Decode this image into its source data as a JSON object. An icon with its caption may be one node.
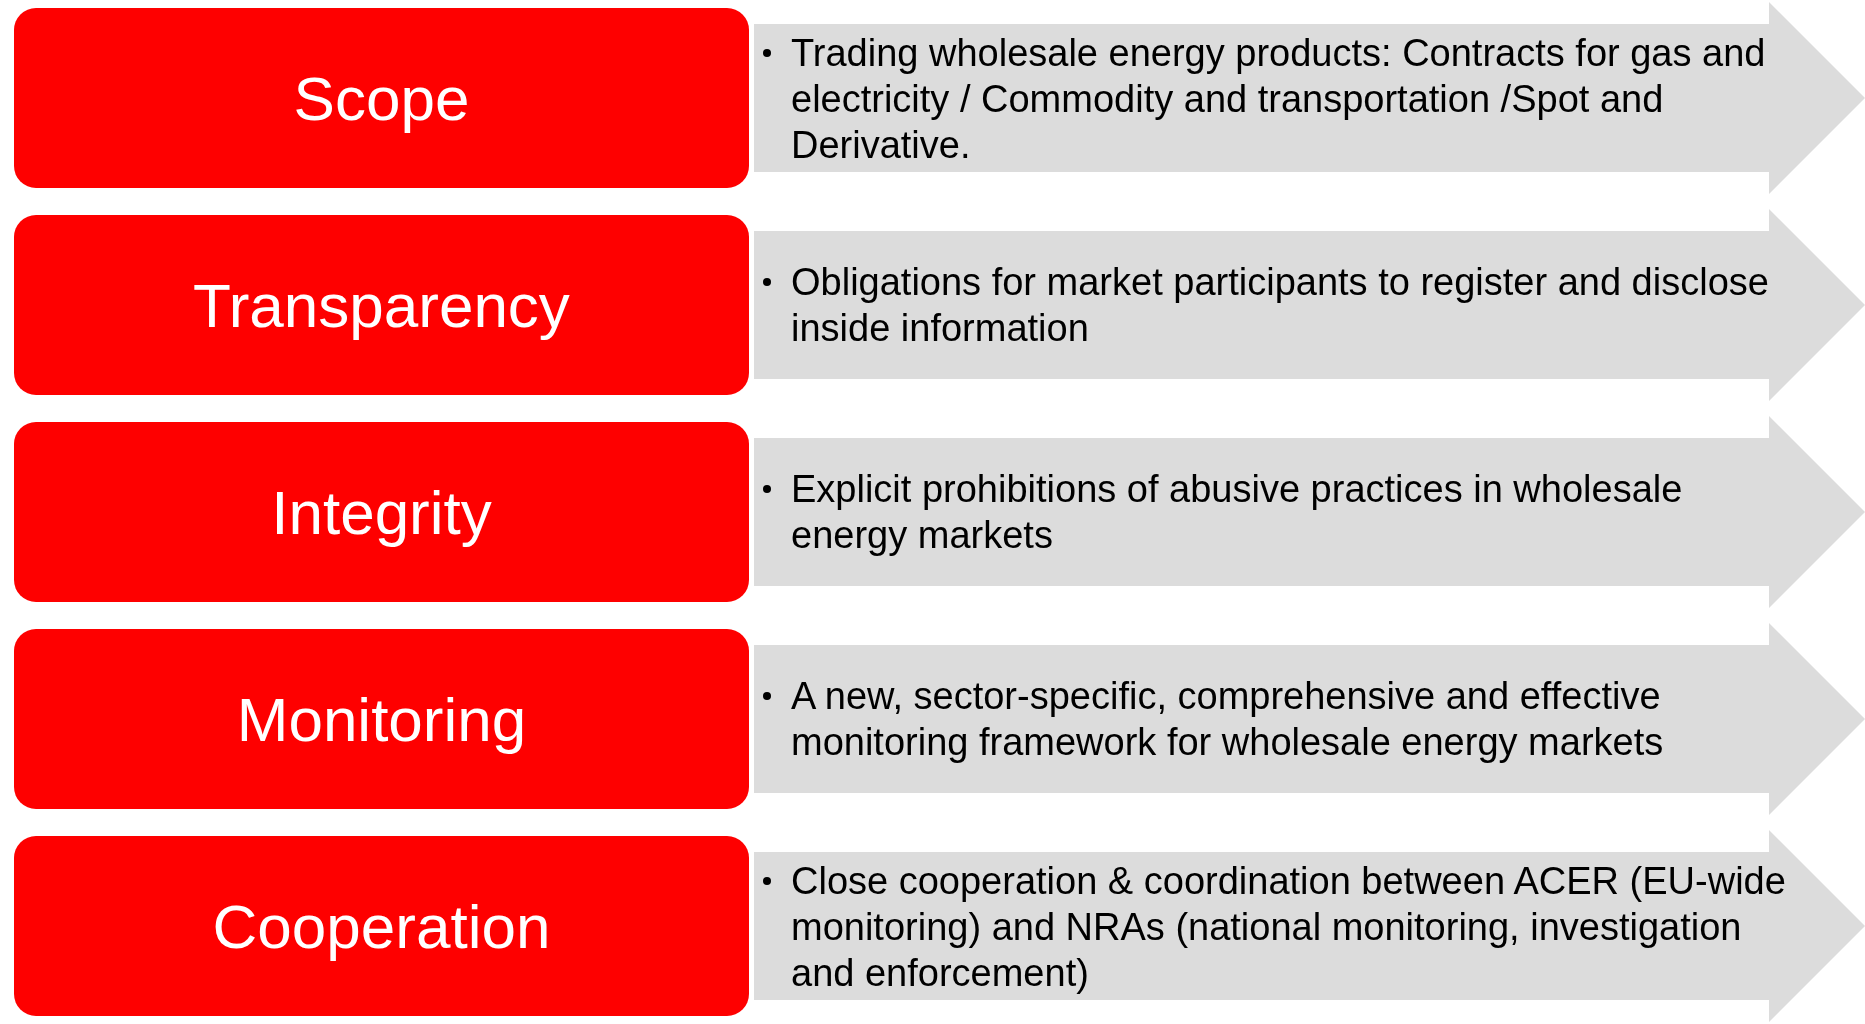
{
  "diagram": {
    "nodes": [
      {
        "text": [
          "Scope"
        ]
      },
      {
        "text": [
          "Trading wholesale energy products: Contracts for gas and electricity / Commodity and transportation /Spot and Derivative."
        ]
      },
      {
        "text": [
          "Transparency"
        ]
      },
      {
        "text": [
          "Obligations for market participants to register and disclose inside information"
        ]
      },
      {
        "text": [
          "Integrity"
        ]
      },
      {
        "text": [
          "Explicit prohibitions of abusive practices in wholesale energy markets"
        ]
      },
      {
        "text": [
          "Monitoring"
        ]
      },
      {
        "text": [
          "A new, sector-specific, comprehensive and effective monitoring framework for wholesale energy markets"
        ]
      },
      {
        "text": [
          "Cooperation"
        ]
      },
      {
        "text": [
          "Close cooperation & coordination between ACER (EU-wide monitoring) and NRAs (national monitoring, investigation and enforcement)"
        ]
      }
    ]
  }
}
